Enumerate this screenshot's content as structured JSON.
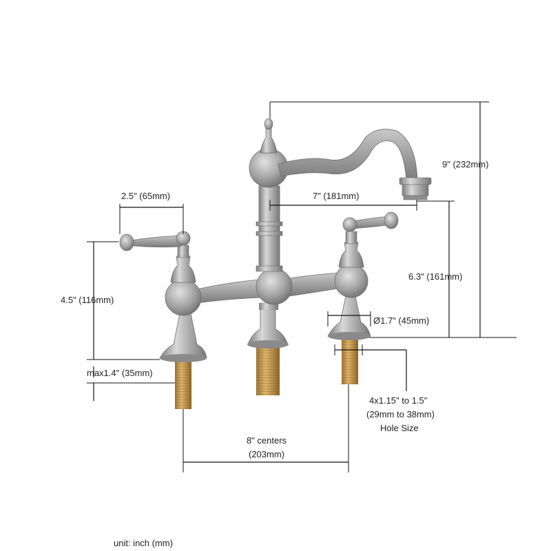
{
  "diagram": {
    "product": "bridge-faucet",
    "colors": {
      "metal": "#9a9a9a",
      "brass": "#c49a50",
      "line": "#111111",
      "text": "#222222"
    },
    "dimensions": {
      "overall_height": "9\" (232mm)",
      "spout_reach": "7\" (181mm)",
      "spout_height": "6.3\" (161mm)",
      "handle_length": "2.5\" (65mm)",
      "handle_height": "4.5\" (116mm)",
      "base_diameter": "Ø1.7\" (45mm)",
      "max_deck": "max1.4\" (35mm)",
      "centers_line1": "8\" centers",
      "centers_line2": "(203mm)",
      "hole_line1": "4x1.15\" to 1.5\"",
      "hole_line2": "(29mm to 38mm)",
      "hole_line3": "Hole Size"
    },
    "unit_note": "unit: inch (mm)"
  }
}
